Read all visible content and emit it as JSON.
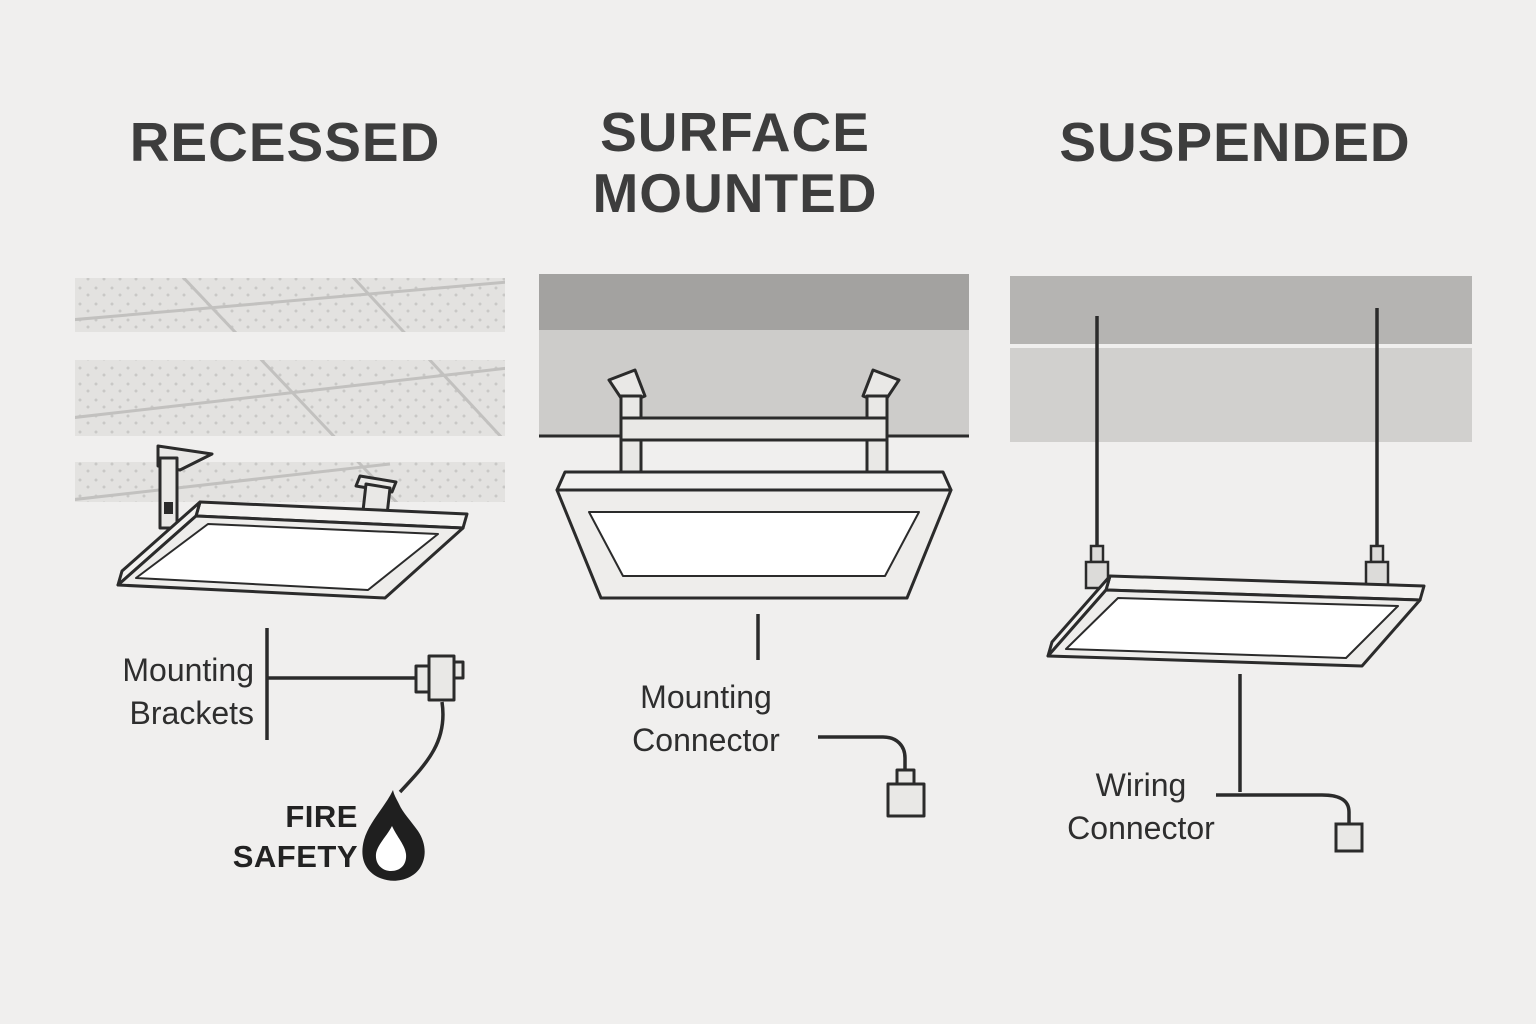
{
  "colors": {
    "background": "#f0efee",
    "ink": "#2b2b2b",
    "title_text": "#3d3d3d",
    "panel_face": "#ffffff",
    "ceiling_dark": "#a3a2a0",
    "ceiling_light": "#cdccca"
  },
  "columns": [
    {
      "id": "recessed",
      "title_lines": [
        "RECESSED"
      ],
      "callout": {
        "label_lines": [
          "Mounting",
          "Brackets"
        ],
        "icon": "power-connector-icon"
      },
      "fire_safety": {
        "label_lines": [
          "FIRE",
          "SAFETY"
        ],
        "icon": "flame-icon"
      }
    },
    {
      "id": "surface-mounted",
      "title_lines": [
        "SURFACE",
        "MOUNTED"
      ],
      "callout": {
        "label_lines": [
          "Mounting",
          "Connector"
        ],
        "icon": "mounting-connector-icon"
      }
    },
    {
      "id": "suspended",
      "title_lines": [
        "SUSPENDED"
      ],
      "callout": {
        "label_lines": [
          "Wiring",
          "Connector"
        ],
        "icon": "wiring-connector-icon"
      }
    }
  ]
}
